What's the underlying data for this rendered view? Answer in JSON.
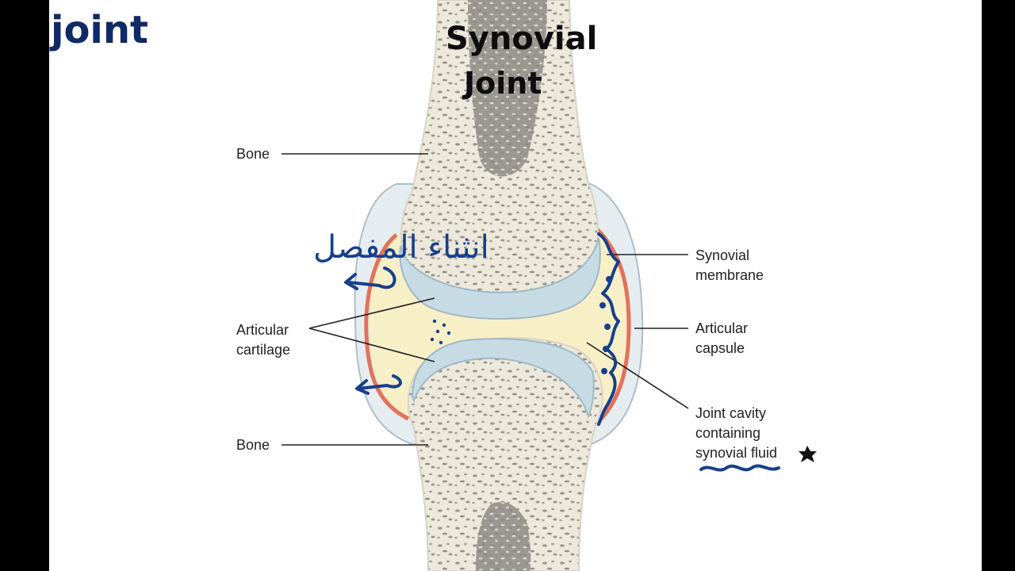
{
  "corner_word": "joint",
  "handwritten_title": [
    "Synovial",
    "Joint"
  ],
  "arabic_note": "انثناء المفصل",
  "labels": {
    "bone_top": "Bone",
    "bone_bottom": "Bone",
    "articular_cartilage": [
      "Articular",
      "cartilage"
    ],
    "synovial_membrane": [
      "Synovial",
      "membrane"
    ],
    "articular_capsule": [
      "Articular",
      "capsule"
    ],
    "joint_cavity": [
      "Joint cavity",
      "containing",
      "synovial fluid"
    ]
  },
  "colors": {
    "bone": "#ece8dc",
    "marrow": "#8f8c85",
    "cartilage": "#c7dbe4",
    "synovial_fluid": "#f7efc6",
    "membrane": "#e2725b",
    "ink": "#173f8c"
  }
}
